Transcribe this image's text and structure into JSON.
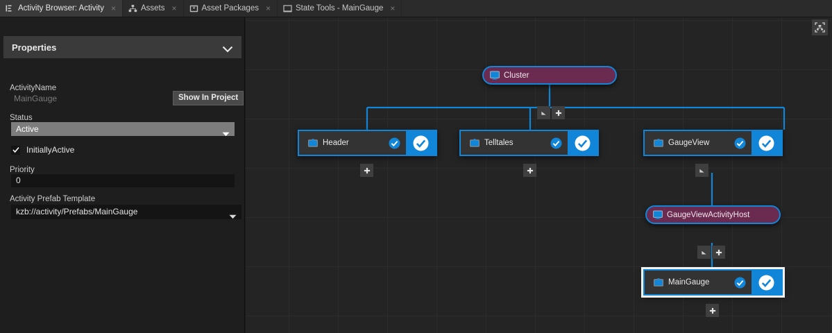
{
  "window": {
    "tabs": [
      {
        "label": "Activity Browser: Activity",
        "icon": "activity-browser-icon",
        "active": true,
        "closable": true
      },
      {
        "label": "Assets",
        "icon": "assets-icon",
        "active": false,
        "closable": true
      },
      {
        "label": "Asset Packages",
        "icon": "asset-packages-icon",
        "active": false,
        "closable": true
      },
      {
        "label": "State Tools - MainGauge",
        "icon": "state-tools-icon",
        "active": false,
        "closable": true
      }
    ],
    "close_glyph": "×"
  },
  "properties": {
    "title": "Properties",
    "collapse_icon": "chevron-down-icon",
    "activity_name_label": "ActivityName",
    "activity_name_value": "MainGauge",
    "show_in_project_label": "Show In Project",
    "status_label": "Status",
    "status_value": "Active",
    "initially_active_label": "InitiallyActive",
    "initially_active_checked": true,
    "priority_label": "Priority",
    "priority_value": "0",
    "prefab_label": "Activity Prefab Template",
    "prefab_value": "kzb://activity/Prefabs/MainGauge"
  },
  "canvas": {
    "fit_button_icon": "fit-to-view-icon",
    "expand_glyph": "+",
    "collapse_icon": "collapse-triangle-icon",
    "nodes": {
      "cluster": {
        "label": "Cluster",
        "type": "activity-host"
      },
      "header": {
        "label": "Header",
        "type": "view"
      },
      "telltales": {
        "label": "Telltales",
        "type": "view"
      },
      "gaugeview": {
        "label": "GaugeView",
        "type": "view"
      },
      "gaugehost": {
        "label": "GaugeViewActivityHost",
        "type": "activity-host"
      },
      "maingauge": {
        "label": "MainGauge",
        "type": "view",
        "selected": true
      }
    }
  },
  "colors": {
    "accent_blue": "#1186d8",
    "node_purple": "#6b2b50",
    "canvas_bg": "#242424",
    "panel_bg": "#1e1e1e",
    "selection_white": "#f2f2f2"
  }
}
